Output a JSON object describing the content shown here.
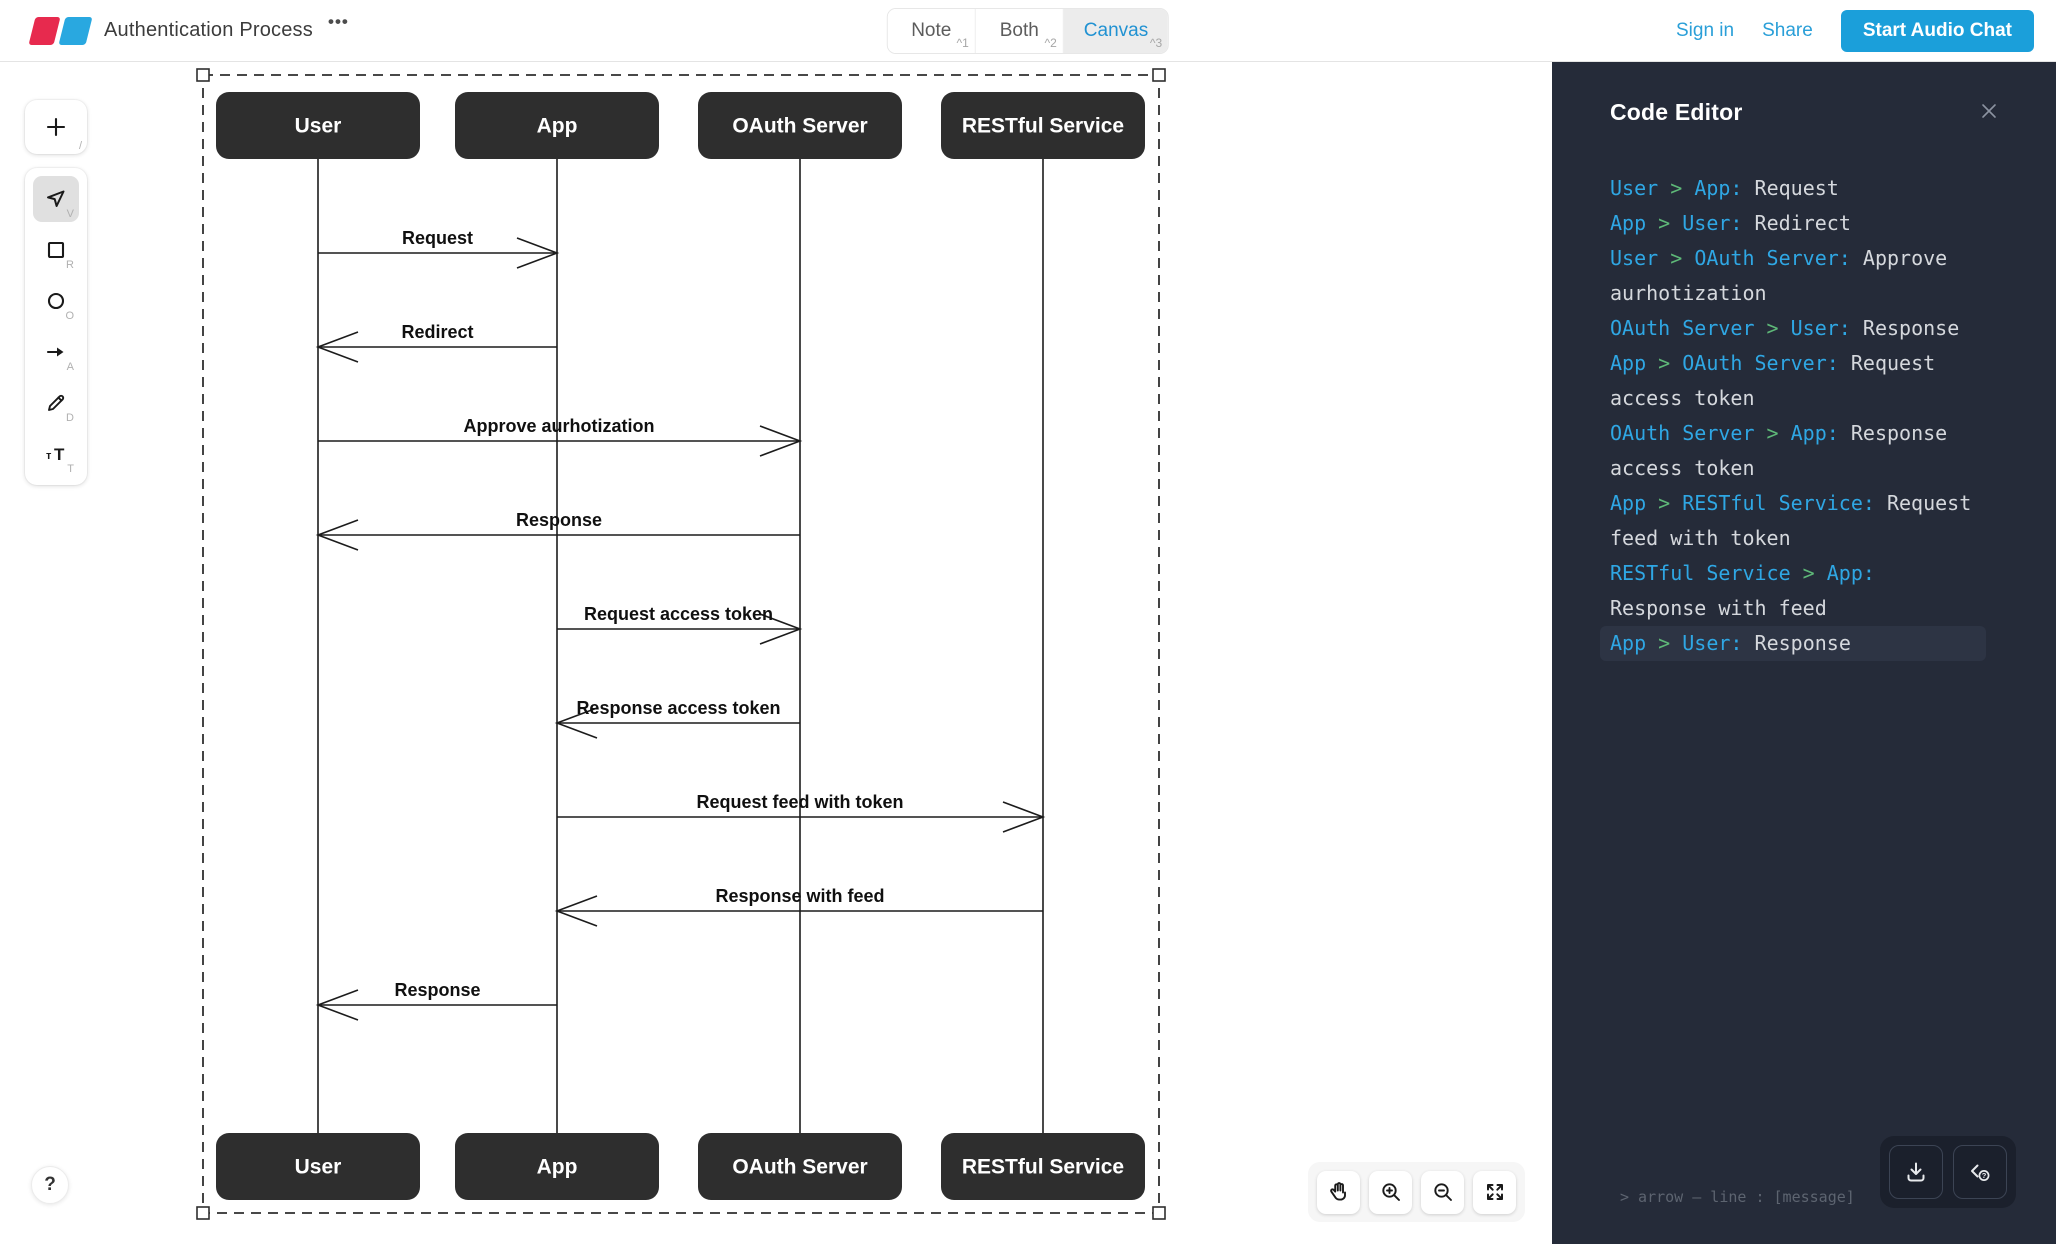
{
  "header": {
    "title": "Authentication Process",
    "more_menu": "•••",
    "tabs": [
      {
        "label": "Note",
        "shortcut": "^1",
        "active": false
      },
      {
        "label": "Both",
        "shortcut": "^2",
        "active": false
      },
      {
        "label": "Canvas",
        "shortcut": "^3",
        "active": true
      }
    ],
    "sign_in": "Sign in",
    "share": "Share",
    "start_audio_chat": "Start Audio Chat"
  },
  "toolbar": {
    "add_shortcut": "/",
    "tools": [
      {
        "id": "select",
        "icon": "cursor-icon",
        "shortcut": "V",
        "active": true
      },
      {
        "id": "rectangle",
        "icon": "square-icon",
        "shortcut": "R",
        "active": false
      },
      {
        "id": "ellipse",
        "icon": "circle-icon",
        "shortcut": "O",
        "active": false
      },
      {
        "id": "arrow",
        "icon": "arrow-icon",
        "shortcut": "A",
        "active": false
      },
      {
        "id": "draw",
        "icon": "pencil-icon",
        "shortcut": "D",
        "active": false
      },
      {
        "id": "text",
        "icon": "text-icon",
        "shortcut": "T",
        "active": false
      }
    ]
  },
  "help_button": "?",
  "canvas_controls": [
    {
      "id": "pan",
      "icon": "hand-icon"
    },
    {
      "id": "zoom-in",
      "icon": "zoom-in-icon"
    },
    {
      "id": "zoom-out",
      "icon": "zoom-out-icon"
    },
    {
      "id": "fullscreen",
      "icon": "fullscreen-icon"
    }
  ],
  "sequence": {
    "type": "sequence-diagram",
    "actors": [
      "User",
      "App",
      "OAuth Server",
      "RESTful Service"
    ],
    "messages": [
      {
        "from": "User",
        "to": "App",
        "label": "Request"
      },
      {
        "from": "App",
        "to": "User",
        "label": "Redirect"
      },
      {
        "from": "User",
        "to": "OAuth Server",
        "label": "Approve aurhotization"
      },
      {
        "from": "OAuth Server",
        "to": "User",
        "label": "Response"
      },
      {
        "from": "App",
        "to": "OAuth Server",
        "label": "Request access token"
      },
      {
        "from": "OAuth Server",
        "to": "App",
        "label": "Response access token"
      },
      {
        "from": "App",
        "to": "RESTful Service",
        "label": "Request feed with token"
      },
      {
        "from": "RESTful Service",
        "to": "App",
        "label": "Response with feed"
      },
      {
        "from": "App",
        "to": "User",
        "label": "Response"
      }
    ],
    "selected": true
  },
  "code_editor": {
    "title": "Code Editor",
    "active_statement_index": 8,
    "syntax_hint": "> arrow  – line  : [message]",
    "colors": {
      "actor": "#2fa7e4",
      "operator": "#5eb878",
      "message": "#d5d8dd"
    }
  },
  "colors": {
    "accent_blue": "#1b9fda",
    "tab_active_blue": "#2192d2",
    "panel_bg": "#252b39",
    "panel_highlight": "#2d3444",
    "logo_red": "#e72a4e",
    "logo_blue": "#29a8e0",
    "actor_box": "#2e2e2e",
    "canvas_ink": "#1c1c1c"
  }
}
